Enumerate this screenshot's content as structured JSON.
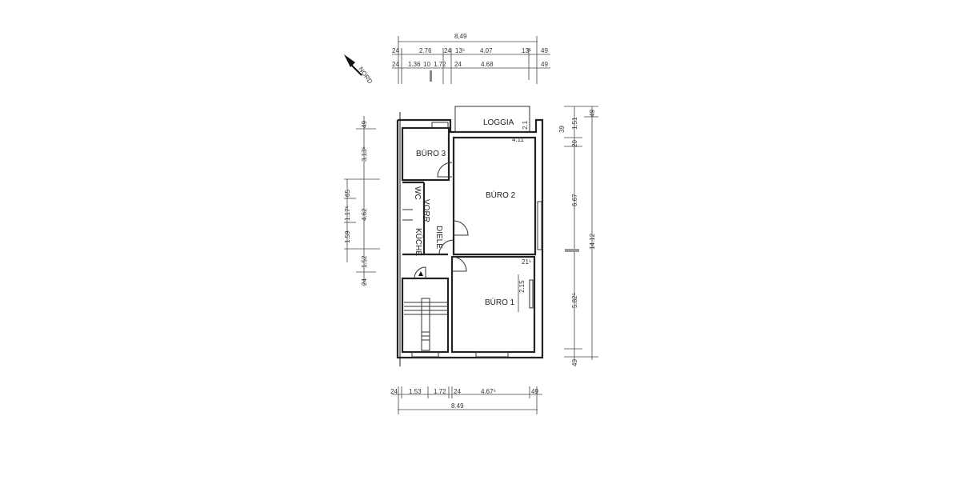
{
  "north": {
    "label": "NORD"
  },
  "rooms": {
    "loggia": "LOGGIA",
    "buero3": "BÜRO 3",
    "buero2": "BÜRO 2",
    "buero1": "BÜRO 1",
    "vorr": "VORR.",
    "wc": "WC",
    "kueche": "KÜCHE",
    "diele": "DIELE"
  },
  "dims_top": {
    "total": "8,49",
    "row1": [
      "24",
      "2.76",
      "24",
      "13⁵",
      "4.07",
      "13⁵",
      "49"
    ],
    "row2": [
      "24",
      "1.36",
      "10",
      "1.72",
      "24",
      "4.68",
      "49"
    ]
  },
  "dims_bottom": {
    "row1": [
      "24",
      "1.53",
      "1.72",
      "24",
      "4.67⁵",
      "49"
    ],
    "total": "8.49"
  },
  "dims_left": [
    "49",
    "3.13⁵",
    "65",
    "1.17⁵",
    "4.62",
    "1.59",
    "1.52",
    "24"
  ],
  "dims_right": [
    "1.51",
    "39",
    "20",
    "6.67",
    "5.82⁵",
    "49",
    "49",
    "14.12"
  ],
  "dims_inner": [
    "2.1",
    "4.11",
    "21⁵",
    "2.15"
  ]
}
